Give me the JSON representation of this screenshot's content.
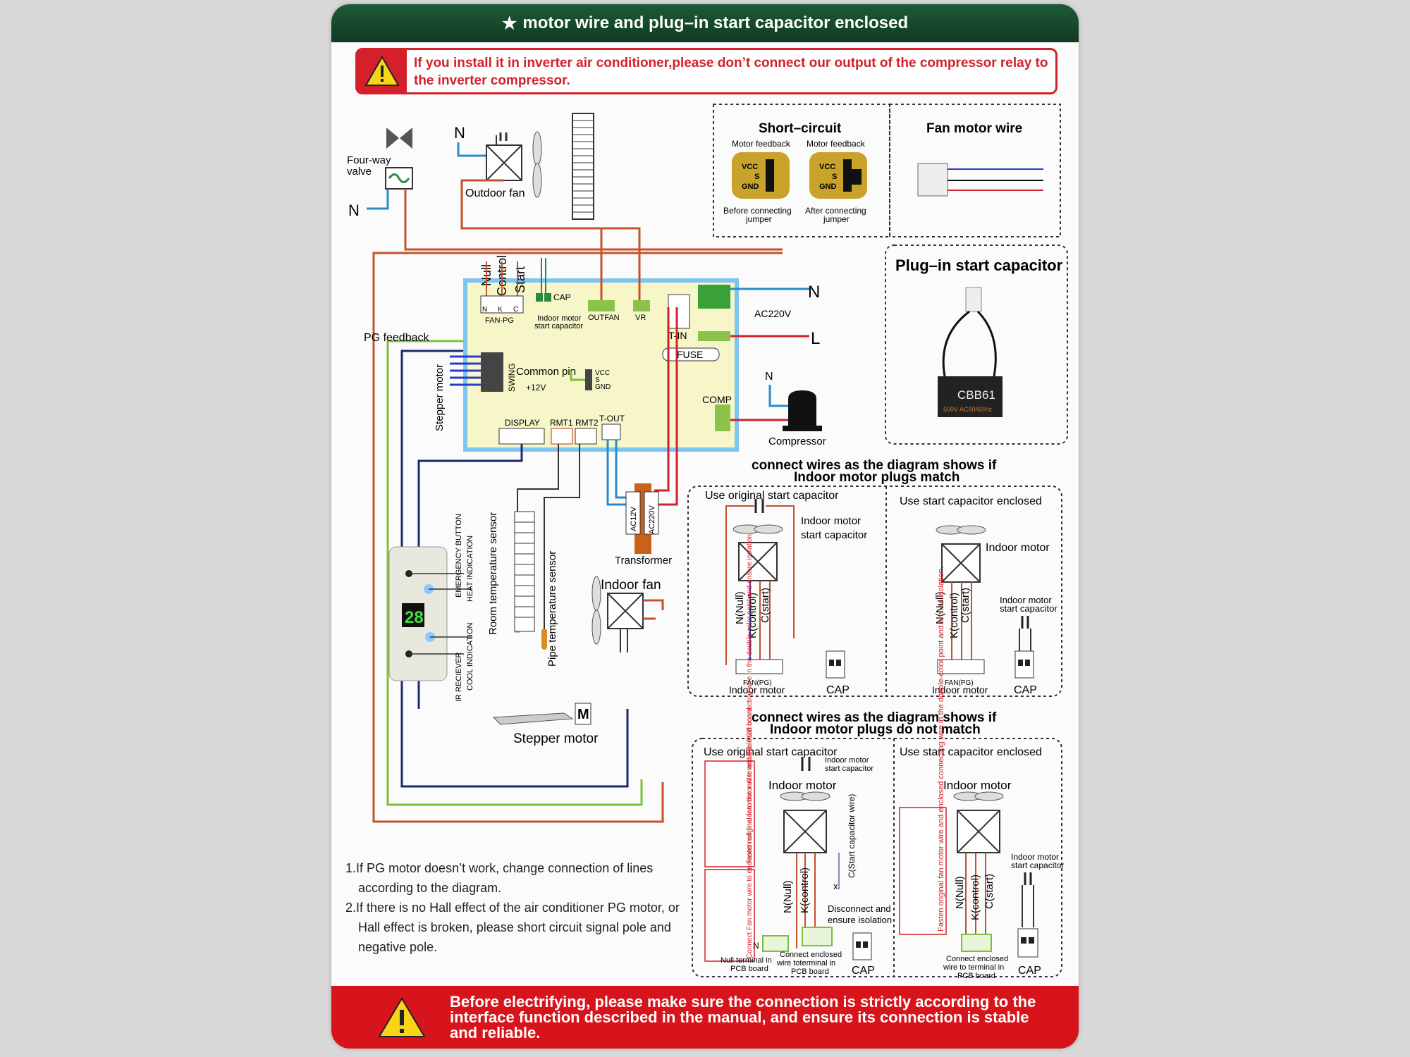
{
  "header": {
    "star": "★",
    "title": "motor wire and plug–in start capacitor enclosed"
  },
  "warning_top": {
    "text": "If you install it in inverter air conditioner,please don’t connect our output of the compressor relay to the inverter compressor."
  },
  "warning_bottom": {
    "text": "Before electrifying, please make sure the connection is strictly according to the interface function described in the manual, and ensure its connection is stable and reliable."
  },
  "colors": {
    "red": "#d4202a",
    "green_header": "#1f5a37",
    "wire_orange": "#c4522a",
    "wire_blue": "#2a8bc8",
    "wire_green": "#7bbf3a",
    "wire_navy": "#1b2a6b",
    "board_fill": "#f6f6c8",
    "board_border": "#7ec4f0"
  },
  "short_circuit": {
    "title": "Short–circuit",
    "feedback1": "Motor feedback",
    "feedback2": "Motor feedback",
    "vcc": "VCC",
    "s": "S",
    "gnd": "GND",
    "before1": "Before connecting",
    "before2": "jumper",
    "after1": "After connecting",
    "after2": "jumper"
  },
  "fan_wire": {
    "title": "Fan motor wire"
  },
  "plugin_cap": {
    "title": "Plug–in start capacitor",
    "model": "CBB61",
    "rating": "500V AC50/60Hz"
  },
  "main": {
    "four_way_1": "Four-way",
    "four_way_2": "valve",
    "n1": "N",
    "n2": "N",
    "outdoor_fan": "Outdoor fan",
    "null": "Null",
    "control": "Control",
    "start": "Start",
    "fan_pg": "FAN-PG",
    "n": "N",
    "k": "K",
    "c": "C",
    "cap": "CAP",
    "indoor_cap_1": "Indoor motor",
    "indoor_cap_2": "start capacitor",
    "outfan": "OUTFAN",
    "vr": "VR",
    "t_in": "T-IN",
    "fuse": "FUSE",
    "ac220v": "AC220V",
    "n3": "N",
    "l": "L",
    "pg_feedback": "PG feedback",
    "stepper_motor_v": "Stepper motor",
    "swing": "SWING",
    "common_pin": "Common pin",
    "plus12": "+12V",
    "vcc": "VCC",
    "s": "S",
    "gnd": "GND",
    "comp": "COMP",
    "n4": "N",
    "compressor": "Compressor",
    "display": "DISPLAY",
    "rmt1": "RMT1",
    "rmt2": "RMT2",
    "t_out": "T-OUT",
    "ac12v": "AC12V",
    "ac220v_t": "AC220V",
    "transformer": "Transformer",
    "emergency": "EMERGENCY BUTTON",
    "heat": "HEAT INDICATION",
    "ir": "IR RECIEVER",
    "cool": "COOL INDICATION",
    "display_val": "28",
    "room_sensor": "Room temperature sensor",
    "pipe_sensor": "Pipe temperature sensor",
    "indoor_fan": "Indoor fan",
    "stepper_motor": "Stepper motor",
    "m": "M"
  },
  "match": {
    "title1": "connect wires as the diagram shows if",
    "title2": "Indoor motor plugs match",
    "left_title": "Use original start capacitor",
    "right_title": "Use start capacitor enclosed",
    "indoor_motor": "Indoor motor",
    "start_cap_1": "Indoor motor",
    "start_cap_2": "start capacitor",
    "enc_cap_1": "Indoor motor",
    "enc_cap_2": "start capacitor",
    "n_null": "N(Null)",
    "k_control": "K(control)",
    "c_start": "C(start)",
    "fan_pg": "FAN(PG)",
    "indoor_motor_lbl": "Indoor motor",
    "cap": "CAP"
  },
  "nomatch": {
    "title1": "connect wires as the diagram shows if",
    "title2": "Indoor motor plugs do not match",
    "left_title": "Use original start capacitor",
    "right_title": "Use start capacitor enclosed",
    "indoor_motor": "Indoor motor",
    "start_cap_1": "Indoor motor",
    "start_cap_2": "start capacitor",
    "note_fasten": "Fasten original fan motor wire and enclosed connecting wire in the double-color point and ensure isolation.",
    "note_connect": "Connect Fan motor wire to enclosed null line or to the null terminal in PCB board.",
    "n_null": "N(Null)",
    "k_control": "K(control)",
    "c_startcap": "C(Start capacitor wire)",
    "c_start": "C(start)",
    "disconnect_1": "Disconnect and",
    "disconnect_2": "ensure isolation",
    "x": "x",
    "n": "N",
    "null_terminal_1": "Null terminal in",
    "null_terminal_2": "PCB board",
    "connect_enc_1": "Connect enclosed",
    "connect_enc_2": "wire toterminal in",
    "connect_enc_3": "PCB board",
    "connect_enc_r2": "wire to terminal in",
    "cap": "CAP"
  },
  "notes": {
    "n1": "1.If PG motor doesn’t work, change connection of lines according to the diagram.",
    "n2": "2.If there is no Hall effect of the air conditioner PG motor, or Hall effect is broken, please short circuit signal pole and negative pole."
  }
}
